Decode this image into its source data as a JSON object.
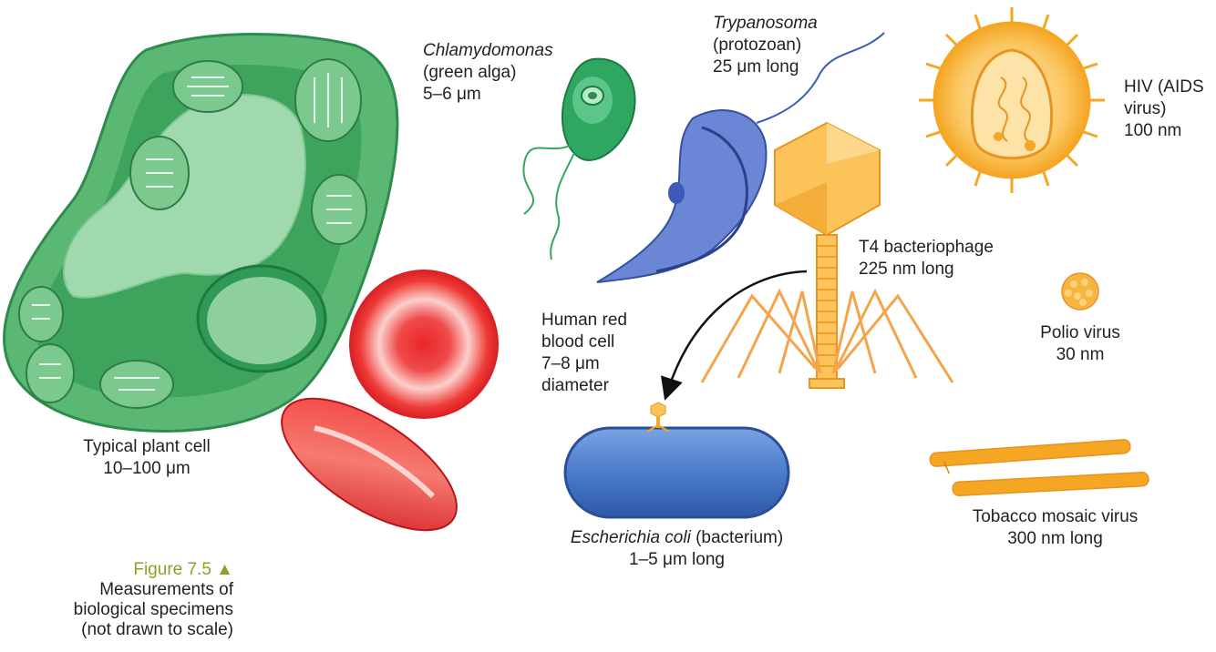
{
  "specimens": {
    "plant_cell": {
      "name": "Typical plant cell",
      "size": "10–100 μm"
    },
    "chlamydomonas": {
      "name": "Chlamydomonas",
      "kind": "(green alga)",
      "size": "5–6 μm"
    },
    "trypanosoma": {
      "name": "Trypanosoma",
      "kind": "(protozoan)",
      "size": "25 μm long"
    },
    "hiv": {
      "name_line1": "HIV (AIDS",
      "name_line2": "virus)",
      "size": "100 nm"
    },
    "t4": {
      "name": "T4 bacteriophage",
      "size": "225 nm long"
    },
    "polio": {
      "name": "Polio virus",
      "size": "30 nm"
    },
    "rbc": {
      "line1": "Human red",
      "line2": "blood cell",
      "size": "7–8 μm",
      "line4": "diameter"
    },
    "ecoli": {
      "name": "Escherichia coli",
      "kind": "(bacterium)",
      "size": "1–5 μm long"
    },
    "tmv": {
      "name": "Tobacco mosaic virus",
      "size": "300 nm long"
    }
  },
  "caption": {
    "figure": "Figure 7.5 ▲",
    "line1": "Measurements of",
    "line2": "biological specimens",
    "line3": "(not drawn to scale)"
  },
  "colors": {
    "plant_green": "#5bb874",
    "rbc_red": "#e8262a",
    "ecoli_blue": "#4a7cc9",
    "virus_orange": "#f5a623",
    "trypanosoma_blue": "#6a86d4",
    "caption_green": "#8aa22a"
  }
}
